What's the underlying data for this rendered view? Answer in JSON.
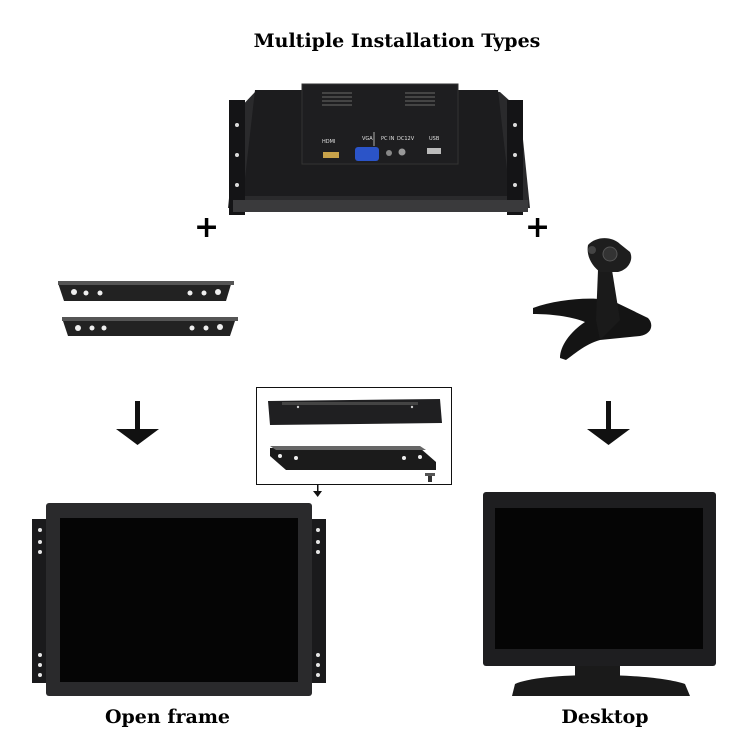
{
  "title": "Multiple Installation Types",
  "symbols": {
    "plus": "+"
  },
  "ports": {
    "hdmi": "HDMI",
    "vga": "VGA",
    "pc_in": "PC IN",
    "dc": "DC12V",
    "usb": "USB"
  },
  "captions": {
    "open_frame": "Open frame",
    "desktop": "Desktop"
  },
  "colors": {
    "metal": "#1b1b1d",
    "screen": "#050505",
    "vga_blue": "#2b54c8",
    "background": "#ffffff"
  }
}
